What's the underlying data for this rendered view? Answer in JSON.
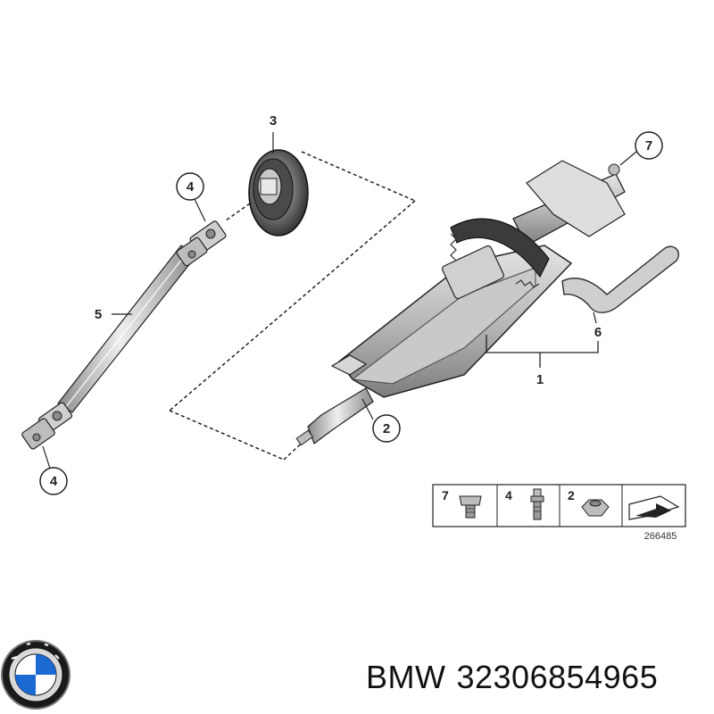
{
  "diagram": {
    "callouts": {
      "c1": "1",
      "c2": "2",
      "c3": "3",
      "c4a": "4",
      "c4b": "4",
      "c5": "5",
      "c6": "6",
      "c7": "7"
    },
    "legend": {
      "items": [
        {
          "number": "7",
          "icon": "bolt-icon"
        },
        {
          "number": "4",
          "icon": "stud-bolt-icon"
        },
        {
          "number": "2",
          "icon": "hex-nut-icon"
        }
      ],
      "arrow_icon": "direction-arrow-icon"
    },
    "diagram_id": "266485"
  },
  "footer": {
    "brand": "BMW",
    "part_number": "32306854965",
    "logo_text": "BMW"
  },
  "colors": {
    "line": "#222222",
    "metal_light": "#d8d8d8",
    "metal_mid": "#a9a9a9",
    "metal_dark": "#6e6e6e",
    "rubber": "#3a3a3a",
    "bmw_blue": "#1c69d4"
  }
}
